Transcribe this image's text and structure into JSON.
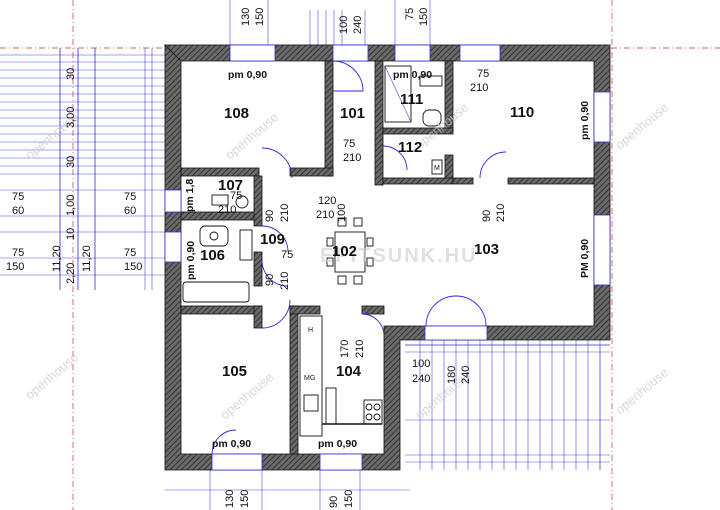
{
  "rooms": {
    "r101": "101",
    "r102": "102",
    "r103": "103",
    "r104": "104",
    "r105": "105",
    "r106": "106",
    "r107": "107",
    "r108": "108",
    "r109": "109",
    "r110": "110",
    "r111": "111",
    "r112": "112"
  },
  "room_notes": {
    "pm108": "pm 0,90",
    "pm111": "pm 0,90",
    "pm110": "pm 0,90",
    "pm107": "pm 1,8",
    "pm106": "pm 0,90",
    "pm103": "PM 0,90",
    "pm105": "pm 0,90",
    "pm104": "pm 0,90"
  },
  "dimensions": {
    "top_130": "130",
    "top_150": "150",
    "top_100": "100",
    "top_240": "240",
    "top_75": "75",
    "top_150b": "150",
    "d111_75": "75",
    "d111_210": "210",
    "d112_75": "75",
    "d112_210": "210",
    "d107_75": "75",
    "d107_210": "210",
    "d102_120": "120",
    "d102_210": "210",
    "d102_100": "100",
    "d109_90": "90",
    "d109_210": "210",
    "d106_75": "75",
    "d106_90": "90",
    "d106_210": "210",
    "d103_90": "90",
    "d103_210": "210",
    "d104_170": "170",
    "d104_210": "210",
    "d_terrace_100": "100",
    "d_terrace_240": "240",
    "d_terrace_180": "180",
    "d_terrace_240b": "240",
    "bot_130": "130",
    "bot_150": "150",
    "bot_90": "90",
    "bot_150b": "150",
    "left_30a": "30",
    "left_300": "3,00",
    "left_30b": "30",
    "left_100": "1,00",
    "left_10": "10",
    "left_220": "2,20",
    "left_1120a": "11,20",
    "left_1120b": "11,20",
    "w1_75a": "75",
    "w1_60a": "60",
    "w1_75b": "75",
    "w1_60b": "60",
    "w2_75a": "75",
    "w2_150a": "150",
    "w2_75b": "75",
    "w2_150b": "150"
  },
  "fixtures": {
    "fridge": "H",
    "microwave": "MG",
    "wc": "M"
  },
  "watermarks": {
    "brand": "openhouse",
    "site": "EPITSUNK.HU"
  },
  "colors": {
    "wall": "#3a3a3a",
    "dimension_line": "#2b2bd6",
    "axis_line": "#d03030"
  }
}
